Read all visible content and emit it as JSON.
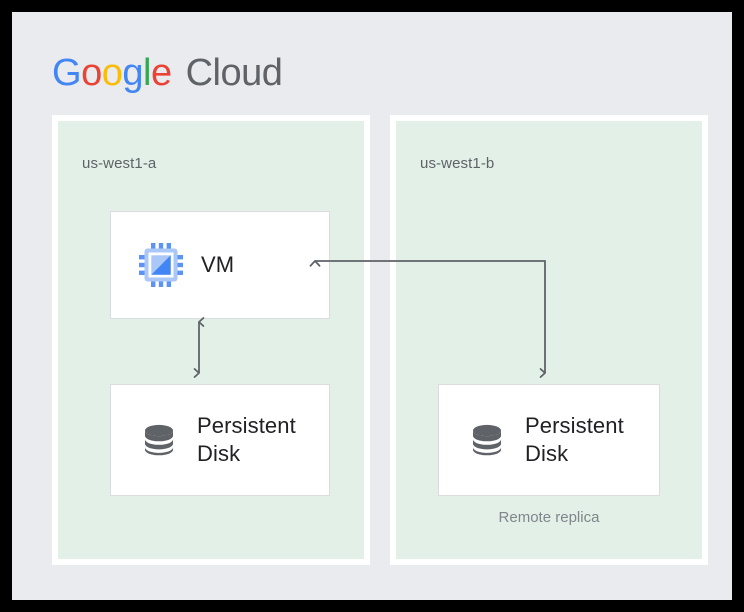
{
  "brand": {
    "logo_word": "Google",
    "logo_letters": [
      "G",
      "o",
      "o",
      "g",
      "l",
      "e"
    ],
    "logo_suffix": "Cloud",
    "colors": {
      "blue": "#4285F4",
      "red": "#EA4335",
      "yellow": "#FBBC05",
      "green": "#34A853",
      "gray": "#5F6368"
    }
  },
  "canvas": {
    "background": "#e9ebee",
    "frame_color": "#000000"
  },
  "zones": [
    {
      "id": "us-west1-a",
      "label": "us-west1-a",
      "background": "#e2f0e7",
      "nodes": [
        {
          "id": "vm",
          "label": "VM",
          "icon": "cpu-chip-icon"
        },
        {
          "id": "persistent-disk-a",
          "label": "Persistent Disk",
          "icon": "database-disk-icon"
        }
      ]
    },
    {
      "id": "us-west1-b",
      "label": "us-west1-b",
      "background": "#e2f0e7",
      "nodes": [
        {
          "id": "persistent-disk-b",
          "label": "Persistent Disk",
          "icon": "database-disk-icon",
          "caption": "Remote replica"
        }
      ]
    }
  ],
  "connectors": [
    {
      "id": "vm-to-disk-a",
      "type": "bidirectional-vertical",
      "from": "vm",
      "to": "persistent-disk-a",
      "color": "#5f6368"
    },
    {
      "id": "replication-elbow",
      "type": "elbow-double-arrow",
      "from": "persistent-disk-b",
      "to": "vm",
      "color": "#5f6368"
    }
  ]
}
